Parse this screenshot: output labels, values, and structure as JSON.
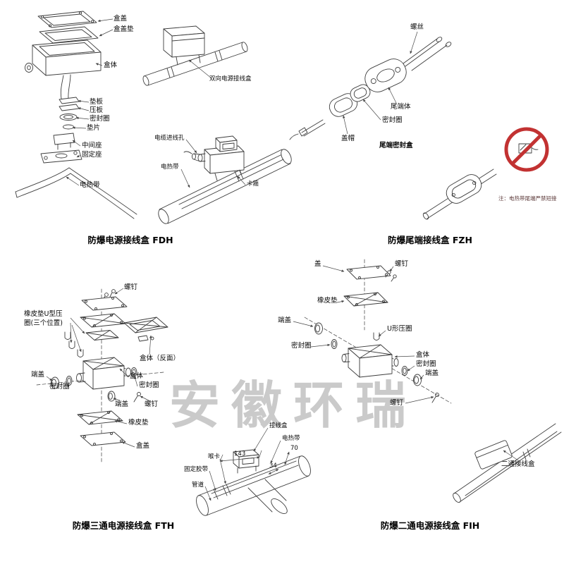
{
  "watermark": "安徽环瑞",
  "colors": {
    "prohibition_red": "#c23232"
  },
  "fdh": {
    "caption": "防爆电源接线盒 FDH",
    "cover": "盒盖",
    "cover_gasket": "盒盖垫",
    "body": "盒体",
    "backing_plate": "垫板",
    "press_plate": "压板",
    "seal_ring": "密封圈",
    "shim": "垫片",
    "middle_seat": "中间座",
    "fixed_seat": "固定座",
    "heat_trace": "电热带"
  },
  "bidir": {
    "label": "双向电源接线盒"
  },
  "inlet": {
    "cable_hole": "电缆进线孔",
    "heat_trace": "电热带",
    "clamp": "卡箍"
  },
  "fzh": {
    "caption": "防爆尾端接线盒 FZH",
    "screw": "螺丝",
    "tail_body": "尾端体",
    "seal_ring": "密封圈",
    "cap": "盖帽",
    "tail_seal_box": "尾端密封盒",
    "note": "注：电热带尾端严禁短接"
  },
  "fth": {
    "caption": "防爆三通电源接线盒 FTH",
    "screw_top": "螺钉",
    "u_ring_1": "橡皮垫U型压",
    "u_ring_2": "圈(三个位置)",
    "body_back": "盒体（反面）",
    "end_cap_l": "端盖",
    "seal_l": "密封圈",
    "body": "盒体",
    "seal_r": "密封圈",
    "end_cap_r": "端盖",
    "screw_r": "螺钉",
    "rubber_pad": "橡皮垫",
    "cover": "盒盖"
  },
  "pipe": {
    "junction_box": "接线盒",
    "heat_trace": "电热带",
    "hose_clamp": "喉卡",
    "fix_tape": "固定胶带",
    "duct": "管道",
    "dim143": "143",
    "dim70": "70",
    "dim34": "34"
  },
  "fih": {
    "caption": "防爆二通电源接线盒 FIH",
    "cover": "盖",
    "screw_top": "螺钉",
    "rubber_pad": "橡皮垫",
    "end_cap_l": "端盖",
    "u_ring": "U形压圈",
    "seal_l": "密封圈",
    "body": "盒体",
    "seal_r": "密封圈",
    "end_cap_r": "端盖",
    "screw_r": "螺钉",
    "two_way_label": "二通接线盒"
  }
}
